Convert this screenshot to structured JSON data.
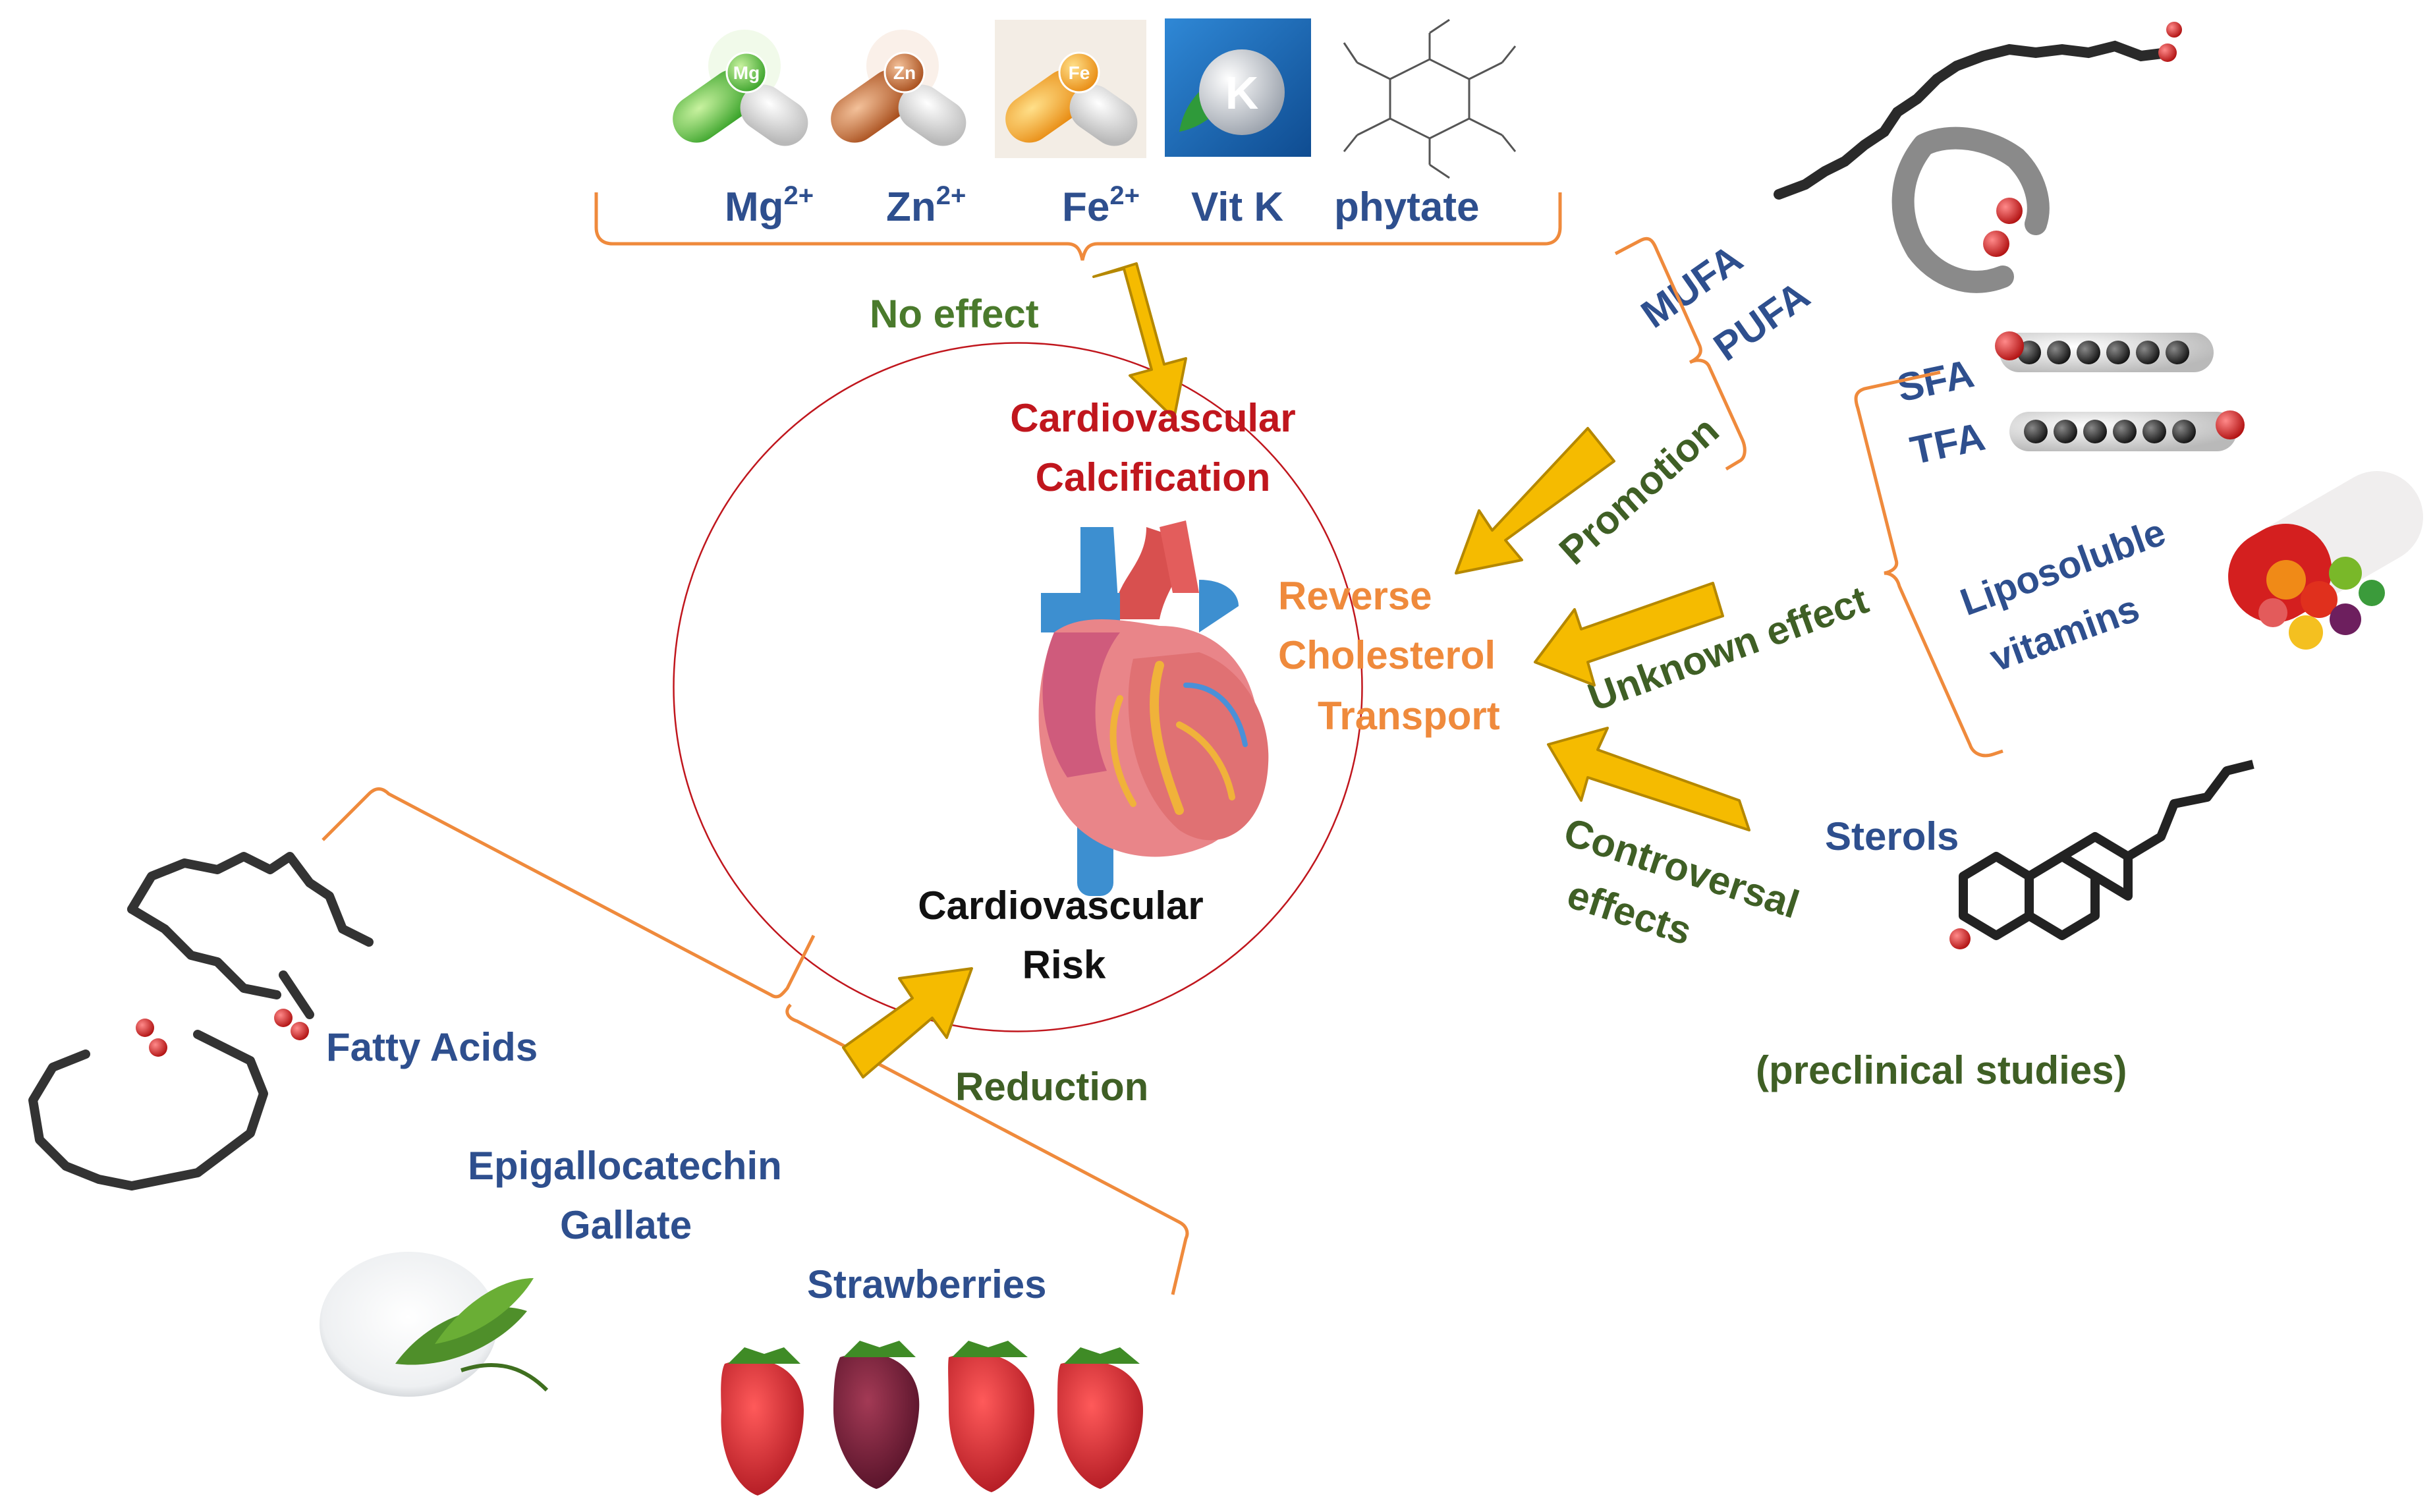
{
  "colors": {
    "circle": "#c0161d",
    "arrow_fill": "#f5bb00",
    "arrow_stroke": "#b58800",
    "brace": "#ef8a3c",
    "effect_text": "#4a7a2c",
    "nutrient_text": "#2e4f8e",
    "calcification_text": "#c0161d",
    "rct_text": "#ef8a3c",
    "risk_text": "#111111",
    "dark_green_text": "#3f5f25"
  },
  "center": {
    "calcification_line1": "Cardiovascular",
    "calcification_line2": "Calcification",
    "rct_line1": "Reverse",
    "rct_line2": "Cholesterol",
    "rct_line3": "Transport",
    "risk_line1": "Cardiovascular",
    "risk_line2": "Risk"
  },
  "top_group": {
    "mg_base": "Mg",
    "mg_sup": "2+",
    "zn_base": "Zn",
    "zn_sup": "2+",
    "fe_base": "Fe",
    "fe_sup": "2+",
    "vitk": "Vit K",
    "phytate": "phytate",
    "pill_mg": "Mg",
    "pill_zn": "Zn",
    "pill_fe": "Fe",
    "pill_k": "K",
    "effect": "No effect"
  },
  "right_group": {
    "mufa": "MUFA",
    "pufa": "PUFA",
    "promotion": "Promotion",
    "sfa": "SFA",
    "tfa": "TFA",
    "liposoluble_line1": "Liposoluble",
    "liposoluble_line2": "vitamins",
    "unknown": "Unknown effect",
    "sterols": "Sterols",
    "controversial_line1": "Controversal",
    "controversial_line2": "effects",
    "preclinical": "(preclinical studies)"
  },
  "left_group": {
    "fatty_acids": "Fatty Acids",
    "egcg_line1": "Epigallocatechin",
    "egcg_line2": "Gallate",
    "strawberries": "Strawberries",
    "reduction": "Reduction"
  },
  "icons": [
    "mg-capsule-icon",
    "zn-capsule-icon",
    "fe-capsule-icon",
    "vitamin-k-icon",
    "phytate-structure-icon",
    "mufa-molecule-icon",
    "pufa-molecule-icon",
    "sfa-molecule-icon",
    "tfa-molecule-icon",
    "vitamin-capsule-icon",
    "sterol-molecule-icon",
    "fatty-acid-molecule-icon",
    "heart-icon",
    "green-tea-powder-icon",
    "strawberry-icon"
  ]
}
